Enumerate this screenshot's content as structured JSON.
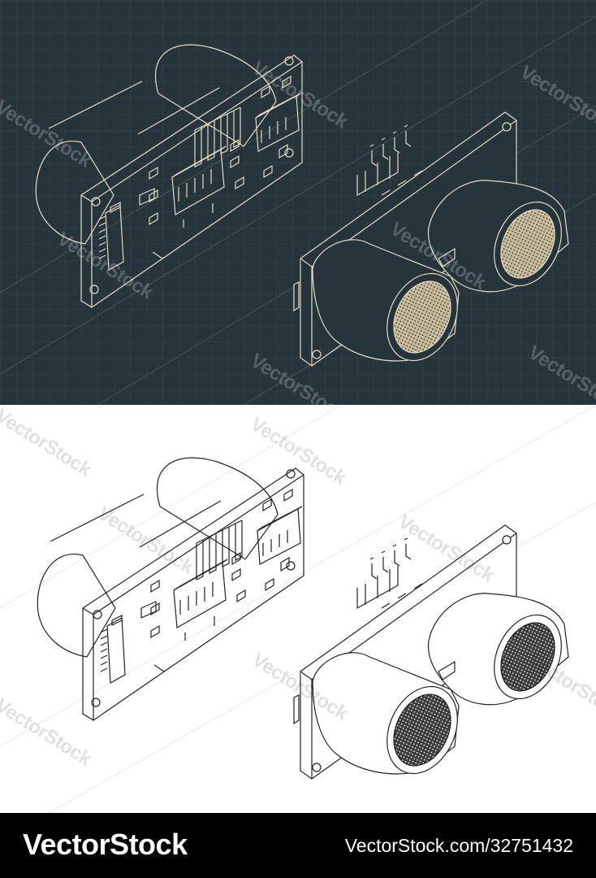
{
  "watermark_text": "VectorStock",
  "footer": {
    "brand": "VectorStock",
    "stock_id": "VectorStock.com/32751432"
  },
  "palette": {
    "dark_background": "#26343c",
    "dark_grid": "#3b4a52",
    "dark_line": "#e6dcc3",
    "dark_mesh_fill": "#cbbb98",
    "light_background": "#ffffff",
    "light_line": "#222222",
    "light_mesh_fill": "#3a3a3a",
    "footer_background": "#000000",
    "footer_text": "#ffffff"
  },
  "panels": [
    {
      "id": "dark",
      "style": "blueprint"
    },
    {
      "id": "light",
      "style": "line-art"
    }
  ]
}
